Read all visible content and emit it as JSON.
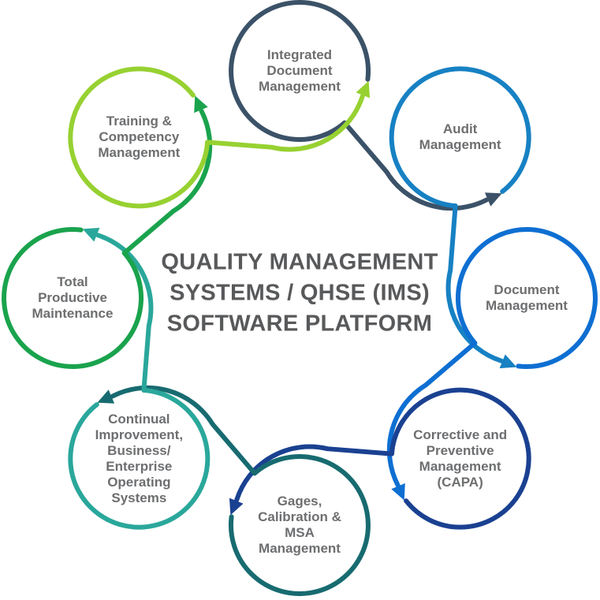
{
  "title": {
    "text": "QUALITY MANAGEMENT\nSYSTEMS / QHSE (IMS)\nSOFTWARE PLATFORM",
    "color": "#58595b"
  },
  "label_color": "#6d6e70",
  "background_color": "#ffffff",
  "cycle": {
    "direction": "clockwise",
    "nodes": [
      {
        "id": "integrated-document-management",
        "label": "Integrated\nDocument\nManagement",
        "color": "#3b5268"
      },
      {
        "id": "audit-management",
        "label": "Audit\nManagement",
        "color": "#1781c3"
      },
      {
        "id": "document-management",
        "label": "Document\nManagement",
        "color": "#0e6fd2"
      },
      {
        "id": "corrective-and-preventive-management-capa",
        "label": "Corrective and\nPreventive\nManagement\n(CAPA)",
        "color": "#1a4191"
      },
      {
        "id": "gages-calibration-msa-management",
        "label": "Gages,\nCalibration &\nMSA\nManagement",
        "color": "#176b70"
      },
      {
        "id": "continual-improvement-business-enterprise-operating-systems",
        "label": "Continual\nImprovement,\nBusiness/\nEnterprise\nOperating\nSystems",
        "color": "#2aa79b"
      },
      {
        "id": "total-productive-maintenance",
        "label": "Total\nProductive\nMaintenance",
        "color": "#1aa34d"
      },
      {
        "id": "training-competency-management",
        "label": "Training &\nCompetency\nManagement",
        "color": "#97d131"
      }
    ]
  }
}
